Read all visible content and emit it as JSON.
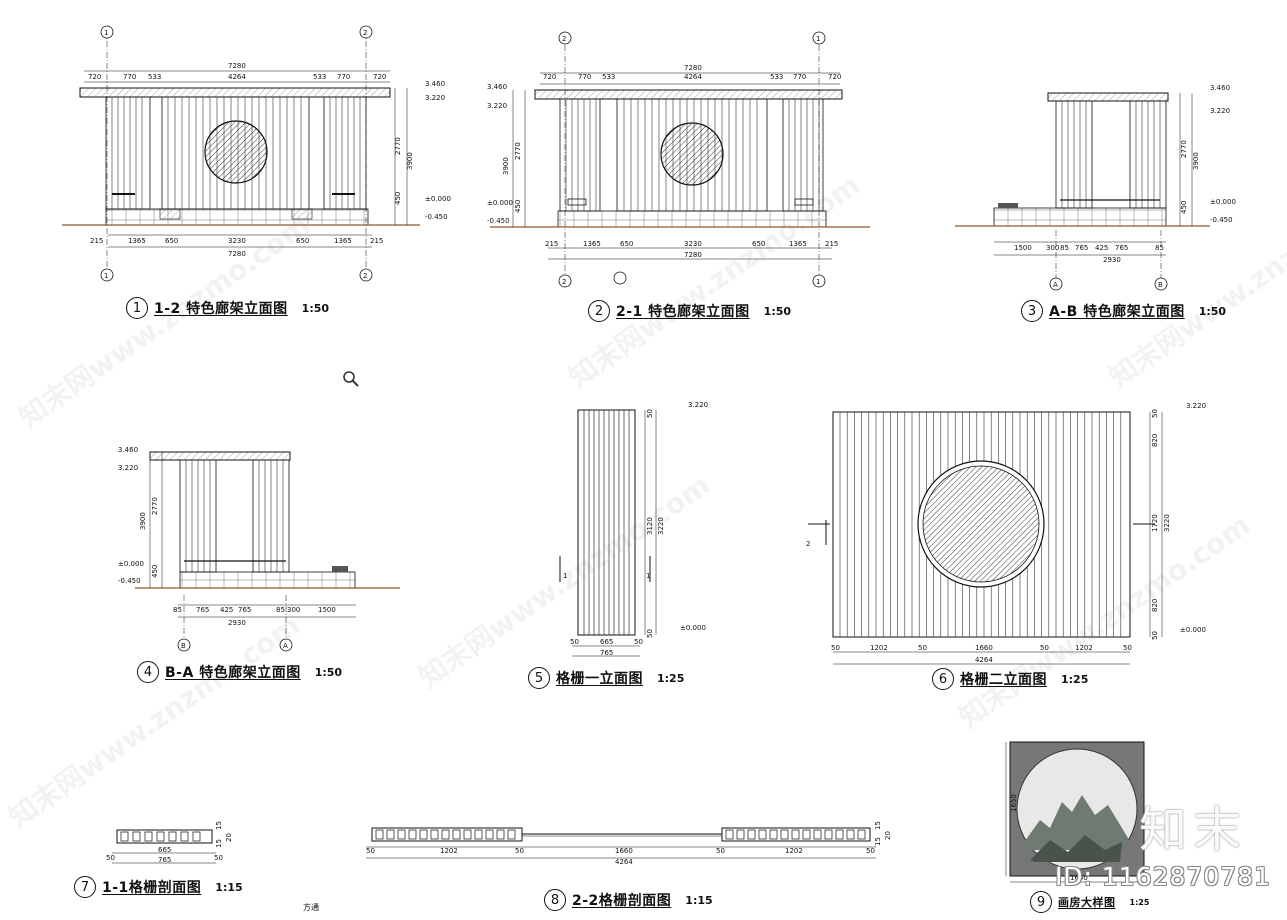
{
  "watermarks": [
    "知末网www.znzmo.com",
    "知末网www.znzmo.com",
    "知末网www.znzmo.com",
    "知末网www.znzmo.com",
    "知末网www.znzmo.com",
    "知末网www.znzmo.com"
  ],
  "brand": "知末",
  "id_text": "ID: 1162870781",
  "icons": {
    "zoom": "magnifier-icon"
  },
  "misc_label": "方通",
  "drawings": [
    {
      "num": "1",
      "name": "1-2 特色廊架立面图",
      "scale": "1:50"
    },
    {
      "num": "2",
      "name": "2-1 特色廊架立面图",
      "scale": "1:50"
    },
    {
      "num": "3",
      "name": "A-B 特色廊架立面图",
      "scale": "1:50"
    },
    {
      "num": "4",
      "name": "B-A 特色廊架立面图",
      "scale": "1:50"
    },
    {
      "num": "5",
      "name": "格栅一立面图",
      "scale": "1:25"
    },
    {
      "num": "6",
      "name": "格栅二立面图",
      "scale": "1:25"
    },
    {
      "num": "7",
      "name": "1-1格栅剖面图",
      "scale": "1:15"
    },
    {
      "num": "8",
      "name": "2-2格栅剖面图",
      "scale": "1:15"
    },
    {
      "num": "9",
      "name": "画房大样图",
      "scale": "1:25"
    }
  ],
  "elev1": {
    "axis_left": "1",
    "axis_right": "2",
    "top_dims": [
      "720",
      "770",
      "533",
      "4264",
      "533",
      "770",
      "720"
    ],
    "overall_top": "7280",
    "bottom_dims": [
      "215",
      "1365",
      "650",
      "3230",
      "650",
      "1365",
      "215"
    ],
    "overall_bottom": "7280",
    "levels": [
      "3.460",
      "3.220",
      "±0.000",
      "-0.450"
    ],
    "heights": [
      "2770",
      "3900",
      "450"
    ]
  },
  "elev2": {
    "axis_left": "2",
    "axis_right": "1",
    "top_dims": [
      "720",
      "770",
      "533",
      "4264",
      "533",
      "770",
      "720"
    ],
    "overall_top": "7280",
    "bottom_dims": [
      "215",
      "1365",
      "650",
      "3230",
      "650",
      "1365",
      "215"
    ],
    "overall_bottom": "7280",
    "levels": [
      "3.460",
      "3.220",
      "±0.000",
      "-0.450"
    ],
    "heights": [
      "2770",
      "3900",
      "450"
    ]
  },
  "elev3": {
    "axis_left": "A",
    "axis_right": "B",
    "bottom_dims": [
      "1500",
      "300",
      "85",
      "765",
      "425",
      "765",
      "85"
    ],
    "overall_bottom": "2930",
    "levels": [
      "3.460",
      "3.220",
      "±0.000",
      "-0.450"
    ],
    "heights": [
      "2770",
      "3900",
      "450"
    ]
  },
  "elev4": {
    "axis_left": "B",
    "axis_right": "A",
    "bottom_dims": [
      "85",
      "765",
      "425",
      "765",
      "85",
      "300",
      "1500"
    ],
    "overall_bottom": "2930",
    "levels": [
      "3.460",
      "3.220",
      "±0.000",
      "-0.450"
    ],
    "heights": [
      "2770",
      "3900",
      "450"
    ]
  },
  "grille1": {
    "top_level": "3.220",
    "bottom_level": "±0.000",
    "heights": [
      "50",
      "3120",
      "3220",
      "50"
    ],
    "widths": [
      "50",
      "665",
      "50"
    ],
    "overall_width": "765",
    "section_mark": "1"
  },
  "grille2": {
    "top_level": "3.220",
    "bottom_level": "±0.000",
    "heights": [
      "50",
      "820",
      "1720",
      "820",
      "50"
    ],
    "overall_height": "3220",
    "widths": [
      "50",
      "1202",
      "50",
      "1660",
      "50",
      "1202",
      "50"
    ],
    "overall_width": "4264",
    "section_mark": "2"
  },
  "sect1": {
    "dims": [
      "50",
      "665",
      "50"
    ],
    "overall": "765",
    "heights": [
      "15",
      "20",
      "15"
    ]
  },
  "sect2": {
    "dims": [
      "50",
      "1202",
      "50",
      "1660",
      "50",
      "1202",
      "50"
    ],
    "overall": "4264",
    "heights": [
      "15",
      "20",
      "15"
    ]
  },
  "detail9": {
    "dims": [
      "1650"
    ],
    "heights": [
      "1650"
    ]
  }
}
